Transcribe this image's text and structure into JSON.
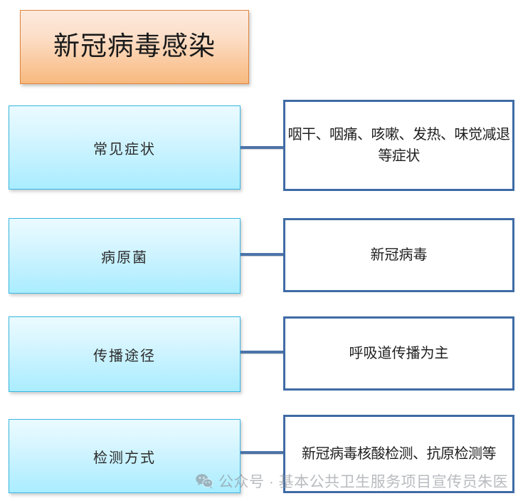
{
  "diagram": {
    "title": {
      "text": "新冠病毒感染",
      "fill_start": "#fdeade",
      "fill_end": "#f7b97f",
      "border_color": "#e0843c"
    },
    "style": {
      "left_box_border": "#38b6e0",
      "left_box_fill_start": "#eafbff",
      "left_box_fill_end": "#a9edff",
      "right_box_border": "#3f6ba5",
      "right_box_fill": "#ffffff",
      "connector_color": "#4c73a8",
      "text_color": "#1f1f1f",
      "background": "#ffffff"
    },
    "rows": [
      {
        "category": "常见症状",
        "detail": "咽干、咽痛、咳嗽、发热、味觉减退等症状",
        "wrap": "two-line"
      },
      {
        "category": "病原菌",
        "detail": "新冠病毒",
        "wrap": "one-line"
      },
      {
        "category": "传播途径",
        "detail": "呼吸道传播为主",
        "wrap": "one-line"
      },
      {
        "category": "检测方式",
        "detail": "新冠病毒核酸检测、抗原检测等",
        "wrap": "one-line"
      }
    ]
  },
  "watermark": {
    "icon": "wechat-icon",
    "text": "公众号 · 基本公共卫生服务项目宣传员朱医",
    "color": "#8d9299"
  }
}
